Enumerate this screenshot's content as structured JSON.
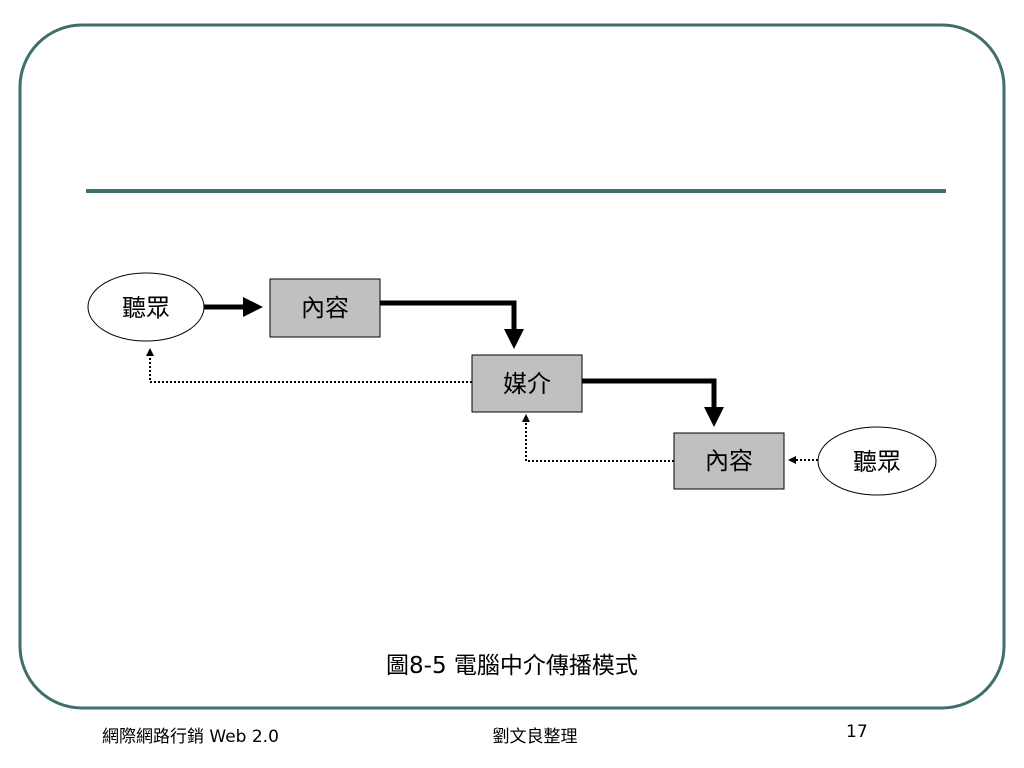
{
  "slide": {
    "frame_color": "#3f6e6c",
    "title_rule_color": "#3f6e6c"
  },
  "diagram": {
    "nodes": {
      "audience_1": "聽眾",
      "content_1": "內容",
      "media": "媒介",
      "content_2": "內容",
      "audience_2": "聽眾"
    },
    "box_fill": "#c0c0c0"
  },
  "caption": "圖8-5  電腦中介傳播模式",
  "footer": {
    "left": "網際網路行銷 Web 2.0",
    "center": "劉文良整理",
    "page_number": "17"
  }
}
